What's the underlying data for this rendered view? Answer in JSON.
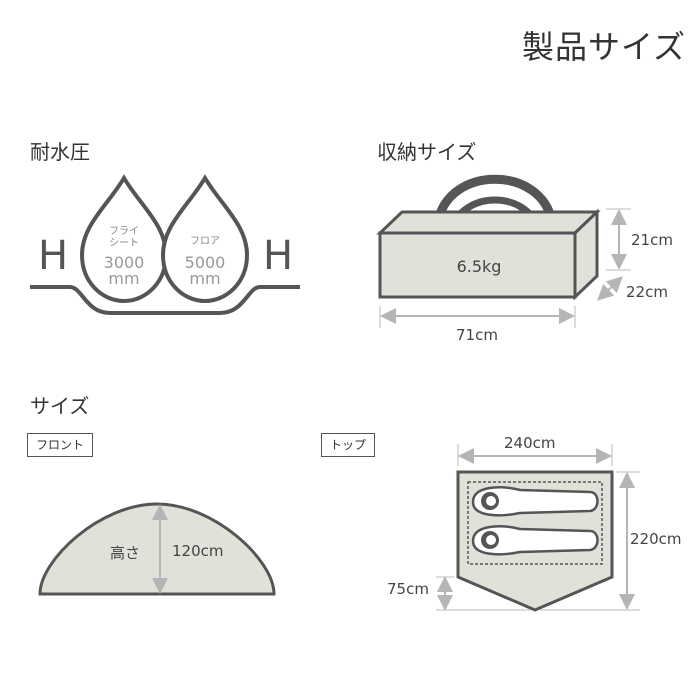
{
  "title": "製品サイズ",
  "water_pressure": {
    "heading": "耐水圧",
    "h_letter": "H",
    "fly": {
      "name_line1": "フライ",
      "name_line2": "シート",
      "value": "3000",
      "unit": "mm"
    },
    "floor": {
      "name": "フロア",
      "value": "5000",
      "unit": "mm"
    }
  },
  "storage": {
    "heading": "収納サイズ",
    "weight": "6.5kg",
    "height": "21cm",
    "depth": "22cm",
    "width": "71cm"
  },
  "size": {
    "heading": "サイズ",
    "front_label": "フロント",
    "top_label": "トップ",
    "front_height_label": "高さ",
    "front_height": "120cm",
    "top_width": "240cm",
    "top_length": "220cm",
    "top_vestibule": "75cm"
  },
  "colors": {
    "outline": "#555555",
    "fill_green": "#dfe2d8",
    "drop_fill": "#ffffff",
    "arrow": "#b0b0b0"
  }
}
